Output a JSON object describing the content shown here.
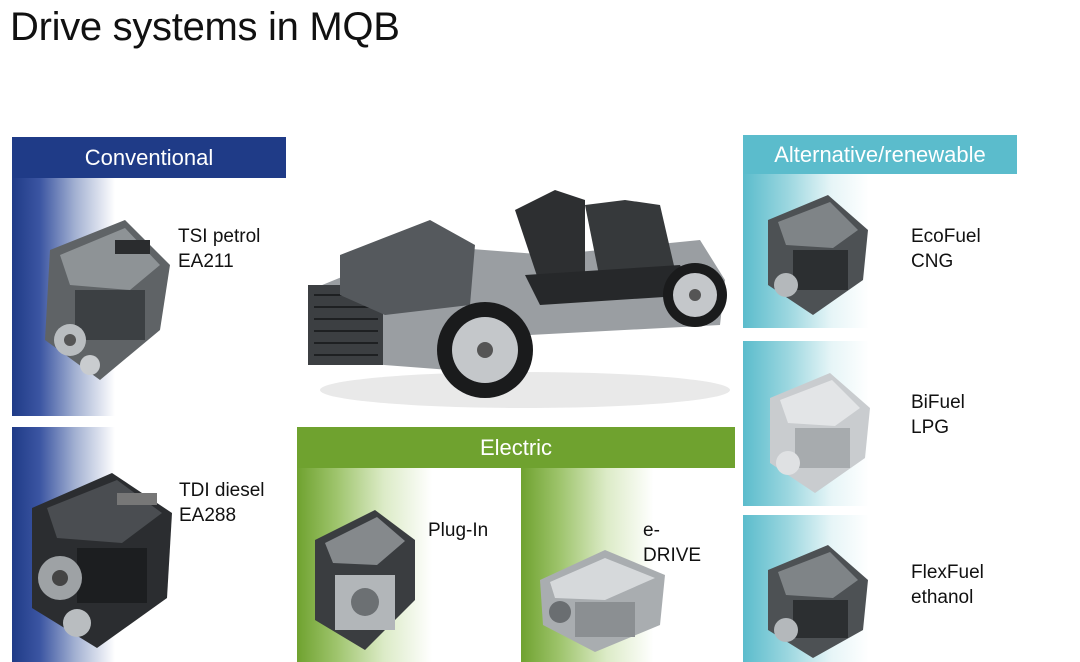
{
  "title": "Drive systems in MQB",
  "conventional": {
    "header": "Conventional",
    "items": [
      {
        "line1": "TSI petrol",
        "line2": "EA211",
        "icon": "petrol-engine-icon"
      },
      {
        "line1": "TDI diesel",
        "line2": "EA288",
        "icon": "diesel-engine-icon"
      }
    ]
  },
  "alternative": {
    "header": "Alternative/renewable",
    "items": [
      {
        "line1": "EcoFuel",
        "line2": "CNG",
        "icon": "cng-engine-icon"
      },
      {
        "line1": "BiFuel",
        "line2": "LPG",
        "icon": "lpg-engine-icon"
      },
      {
        "line1": "FlexFuel",
        "line2": "ethanol",
        "icon": "ethanol-engine-icon"
      }
    ]
  },
  "electric": {
    "header": "Electric",
    "items": [
      {
        "line1": "Plug-In",
        "icon": "plug-in-drive-icon"
      },
      {
        "line1": "e-",
        "line2": "DRIVE",
        "icon": "e-drive-unit-icon"
      }
    ]
  },
  "colors": {
    "conventional": "#1f3b87",
    "alternative": "#5bbccc",
    "electric": "#6fa22f"
  }
}
